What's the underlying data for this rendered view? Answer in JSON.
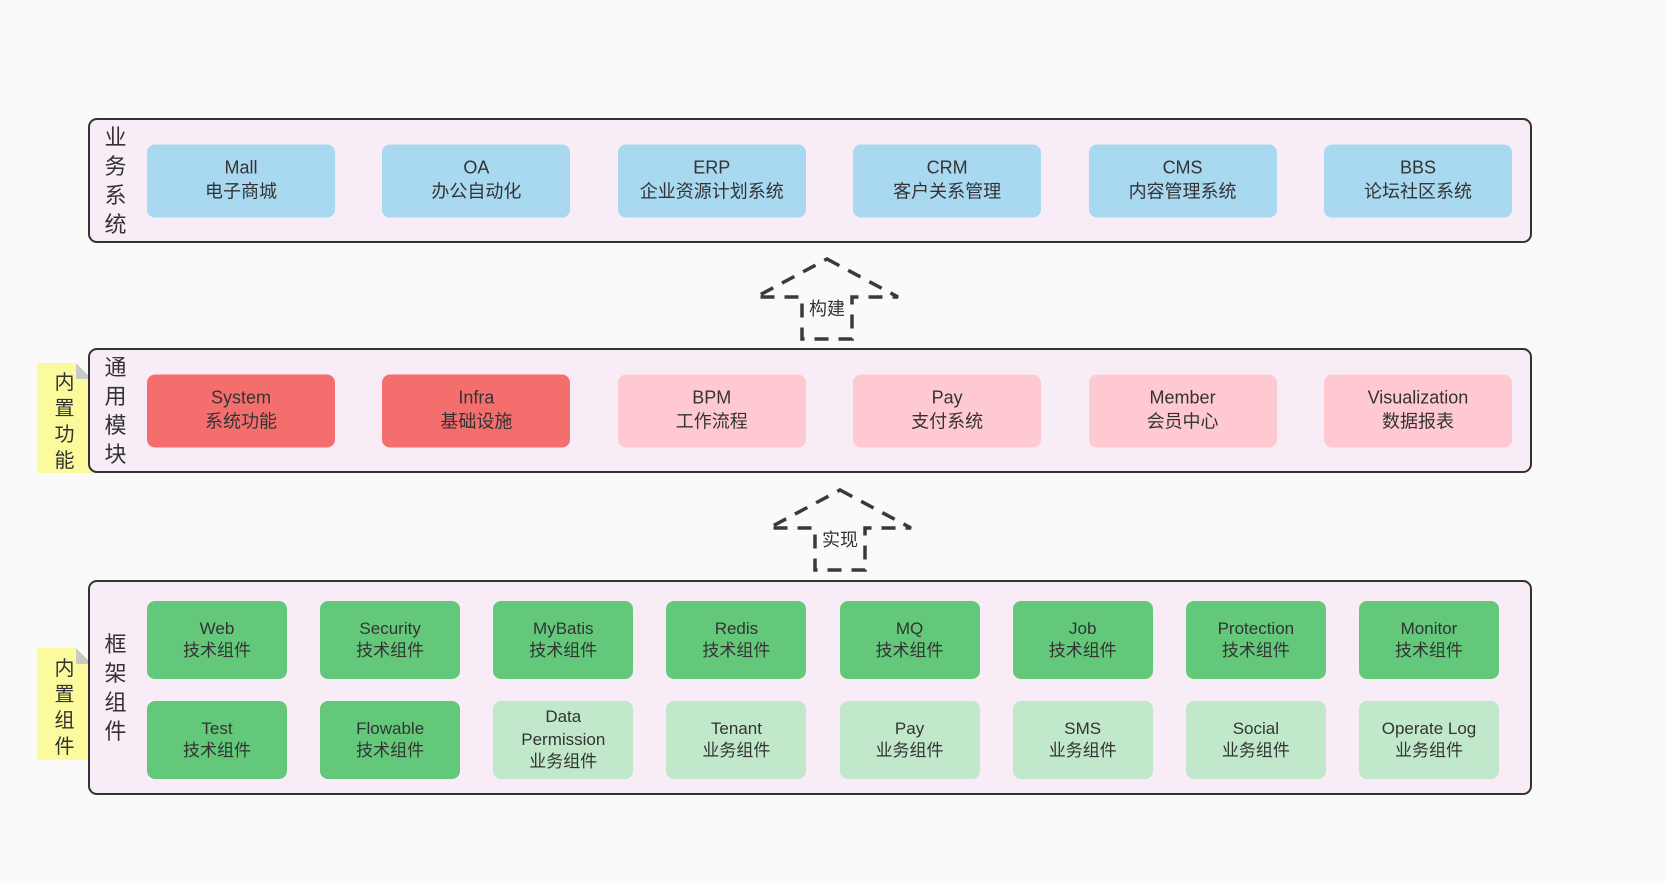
{
  "arrows": [
    {
      "label": "构建"
    },
    {
      "label": "实现"
    }
  ],
  "bands": {
    "business": {
      "label": "业务系统",
      "boxes": [
        {
          "en": "Mall",
          "zh": "电子商城"
        },
        {
          "en": "OA",
          "zh": "办公自动化"
        },
        {
          "en": "ERP",
          "zh": "企业资源计划系统"
        },
        {
          "en": "CRM",
          "zh": "客户关系管理"
        },
        {
          "en": "CMS",
          "zh": "内容管理系统"
        },
        {
          "en": "BBS",
          "zh": "论坛社区系统"
        }
      ]
    },
    "modules": {
      "label": "通用模块",
      "sticky": "内置功能",
      "boxes": [
        {
          "en": "System",
          "zh": "系统功能",
          "variant": "red"
        },
        {
          "en": "Infra",
          "zh": "基础设施",
          "variant": "red"
        },
        {
          "en": "BPM",
          "zh": "工作流程",
          "variant": "pink"
        },
        {
          "en": "Pay",
          "zh": "支付系统",
          "variant": "pink"
        },
        {
          "en": "Member",
          "zh": "会员中心",
          "variant": "pink"
        },
        {
          "en": "Visualization",
          "zh": "数据报表",
          "variant": "pink"
        }
      ]
    },
    "components": {
      "label": "框架组件",
      "sticky": "内置组件",
      "row1": [
        {
          "en": "Web",
          "zh": "技术组件",
          "variant": "green"
        },
        {
          "en": "Security",
          "zh": "技术组件",
          "variant": "green"
        },
        {
          "en": "MyBatis",
          "zh": "技术组件",
          "variant": "green"
        },
        {
          "en": "Redis",
          "zh": "技术组件",
          "variant": "green"
        },
        {
          "en": "MQ",
          "zh": "技术组件",
          "variant": "green"
        },
        {
          "en": "Job",
          "zh": "技术组件",
          "variant": "green"
        },
        {
          "en": "Protection",
          "zh": "技术组件",
          "variant": "green"
        },
        {
          "en": "Monitor",
          "zh": "技术组件",
          "variant": "green"
        }
      ],
      "row2": [
        {
          "en": "Test",
          "zh": "技术组件",
          "variant": "green"
        },
        {
          "en": "Flowable",
          "zh": "技术组件",
          "variant": "green"
        },
        {
          "en": "Data Permission",
          "zh": "业务组件",
          "variant": "lightgreen"
        },
        {
          "en": "Tenant",
          "zh": "业务组件",
          "variant": "lightgreen"
        },
        {
          "en": "Pay",
          "zh": "业务组件",
          "variant": "lightgreen"
        },
        {
          "en": "SMS",
          "zh": "业务组件",
          "variant": "lightgreen"
        },
        {
          "en": "Social",
          "zh": "业务组件",
          "variant": "lightgreen"
        },
        {
          "en": "Operate Log",
          "zh": "业务组件",
          "variant": "lightgreen"
        }
      ]
    }
  },
  "colors": {
    "page_bg": "#fafafa",
    "band_bg": "#f8edf6",
    "band_border": "#333333",
    "blue_box": "#a9d8f1",
    "red_box": "#f56e6e",
    "pink_box": "#ffc9d2",
    "green_box": "#63c87a",
    "light_green_box": "#c2e8cb",
    "sticky_yellow": "#fbfb9e",
    "sticky_fold": "#c9c9c9",
    "text": "#333333"
  }
}
